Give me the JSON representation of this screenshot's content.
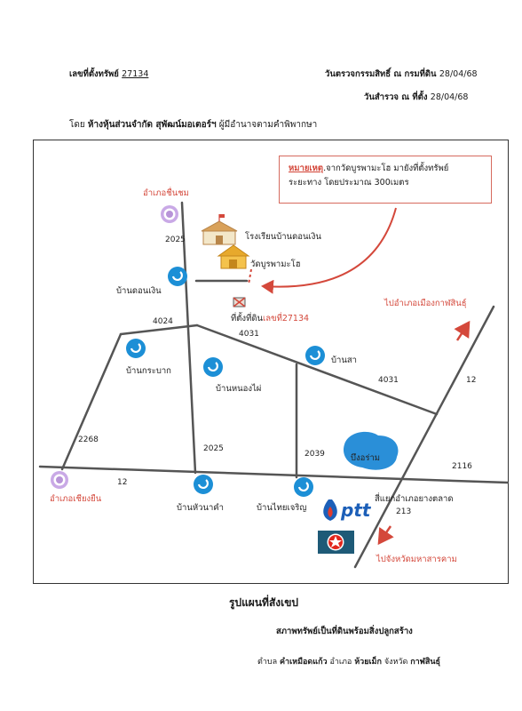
{
  "header": {
    "asset_no_label": "เลขที่ตั้งทรัพย์",
    "asset_no": "27134",
    "check_label": "วันตรวจกรรมสิทธิ์ ณ กรมที่ดิน",
    "check_date": "28/04/68",
    "survey_label": "วันสำรวจ ณ ที่ตั้ง",
    "survey_date": "28/04/68",
    "by_prefix": "โดย",
    "company": "ห้างหุ้นส่วนจำกัด สุพัฒน์มอเตอร์ฯ",
    "by_suffix": "ผู้มีอำนาจตามคำพิพากษา"
  },
  "note": {
    "heading": "หมายเหตุ",
    "line1": ".จากวัดบูรพามะโฮ มายังที่ตั้งทรัพย์",
    "line2": "ระยะทาง โดยประมาณ 300เมตร"
  },
  "places": {
    "district_chuenchom": "อำเภอชื่นชม",
    "school": "โรงเรียนบ้านดอนเงิน",
    "temple": "วัดบูรพามะโฮ",
    "site_prefix": "ที่ตั้งที่ดิน",
    "site_no": "เลขที่27134",
    "ban_don_ngoen": "บ้านดอนเงิน",
    "ban_krabak": "บ้านกระบาก",
    "ban_nong_phai": "บ้านหนองไผ่",
    "ban_sa": "บ้านสา",
    "bueng_lake": "บึงอร่าม",
    "district_chiang_yuen": "อำเภอเชียงยืน",
    "ban_hua_na_kham": "บ้านหัวนาคำ",
    "ban_thai_charoen": "บ้านไทยเจริญ",
    "to_kalasin": "ไปอำเภอเมืองกาฬสินธุ์",
    "junction_yang_talat": "สี่แยกอำเภอยางตลาด",
    "to_maha_sarakham": "ไปจังหวัดมหาสารคาม",
    "ptt": "ptt"
  },
  "roads": {
    "r2025_top": "2025",
    "r4024": "4024",
    "r4031_a": "4031",
    "r4031_b": "4031",
    "r12_right": "12",
    "r2268": "2268",
    "r2025_mid": "2025",
    "r2039": "2039",
    "r2116": "2116",
    "r12_bottom": "12",
    "r213": "213"
  },
  "footer": {
    "caption": "รูปแผนที่สังเขป",
    "status": "สภาพทรัพย์เป็นที่ดินพร้อมสิ่งปลูกสร้าง",
    "tambon_label": "ตำบล",
    "tambon": "คำเหมือดแก้ว",
    "amphoe_label": "อำเภอ",
    "amphoe": "ห้วยเม็ก",
    "province_label": "จังหวัด",
    "province": "กาฬสินธุ์"
  },
  "colors": {
    "road": "#555555",
    "accent_red": "#d4483b",
    "village_blue": "#1c8fd6",
    "district_purple": "#b894d8",
    "lake": "#2a8fd8"
  },
  "icons": [
    "village-icon",
    "district-icon",
    "school-icon",
    "temple-icon",
    "land-site-icon",
    "lake-icon",
    "ptt-logo-icon",
    "caltex-logo-icon",
    "arrow-icon"
  ]
}
